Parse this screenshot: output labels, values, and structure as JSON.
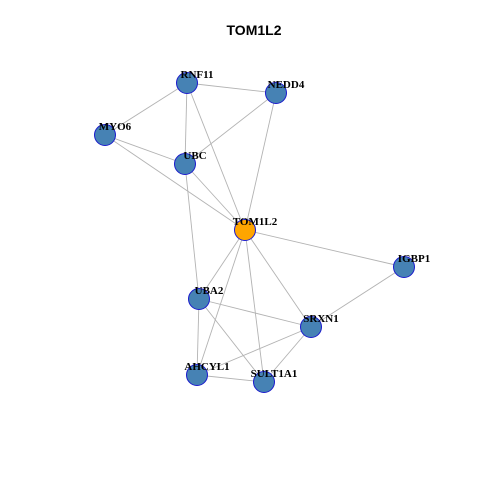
{
  "title": "TOM1L2",
  "colors": {
    "center_node": "#ffa500",
    "neighbor_node": "#4682b4",
    "node_border": "#1a1acc",
    "edge": "#b3b3b3"
  },
  "graph": {
    "center": "TOM1L2",
    "nodes": [
      {
        "id": "RNF11",
        "label": "RNF11",
        "role": "neighbor"
      },
      {
        "id": "NEDD4",
        "label": "NEDD4",
        "role": "neighbor"
      },
      {
        "id": "MYO6",
        "label": "MYO6",
        "role": "neighbor"
      },
      {
        "id": "UBC",
        "label": "UBC",
        "role": "neighbor"
      },
      {
        "id": "TOM1L2",
        "label": "TOM1L2",
        "role": "center"
      },
      {
        "id": "IGBP1",
        "label": "IGBP1",
        "role": "neighbor"
      },
      {
        "id": "UBA2",
        "label": "UBA2",
        "role": "neighbor"
      },
      {
        "id": "SRXN1",
        "label": "SRXN1",
        "role": "neighbor"
      },
      {
        "id": "AHCYL1",
        "label": "AHCYL1",
        "role": "neighbor"
      },
      {
        "id": "SULT1A1",
        "label": "SULT1A1",
        "role": "neighbor"
      }
    ],
    "edges": [
      [
        "RNF11",
        "NEDD4"
      ],
      [
        "RNF11",
        "MYO6"
      ],
      [
        "RNF11",
        "UBC"
      ],
      [
        "RNF11",
        "TOM1L2"
      ],
      [
        "NEDD4",
        "UBC"
      ],
      [
        "NEDD4",
        "TOM1L2"
      ],
      [
        "MYO6",
        "UBC"
      ],
      [
        "MYO6",
        "TOM1L2"
      ],
      [
        "UBC",
        "TOM1L2"
      ],
      [
        "UBC",
        "UBA2"
      ],
      [
        "TOM1L2",
        "IGBP1"
      ],
      [
        "TOM1L2",
        "UBA2"
      ],
      [
        "TOM1L2",
        "SRXN1"
      ],
      [
        "TOM1L2",
        "AHCYL1"
      ],
      [
        "TOM1L2",
        "SULT1A1"
      ],
      [
        "IGBP1",
        "SRXN1"
      ],
      [
        "UBA2",
        "SRXN1"
      ],
      [
        "UBA2",
        "AHCYL1"
      ],
      [
        "UBA2",
        "SULT1A1"
      ],
      [
        "SRXN1",
        "AHCYL1"
      ],
      [
        "SRXN1",
        "SULT1A1"
      ],
      [
        "AHCYL1",
        "SULT1A1"
      ]
    ]
  }
}
